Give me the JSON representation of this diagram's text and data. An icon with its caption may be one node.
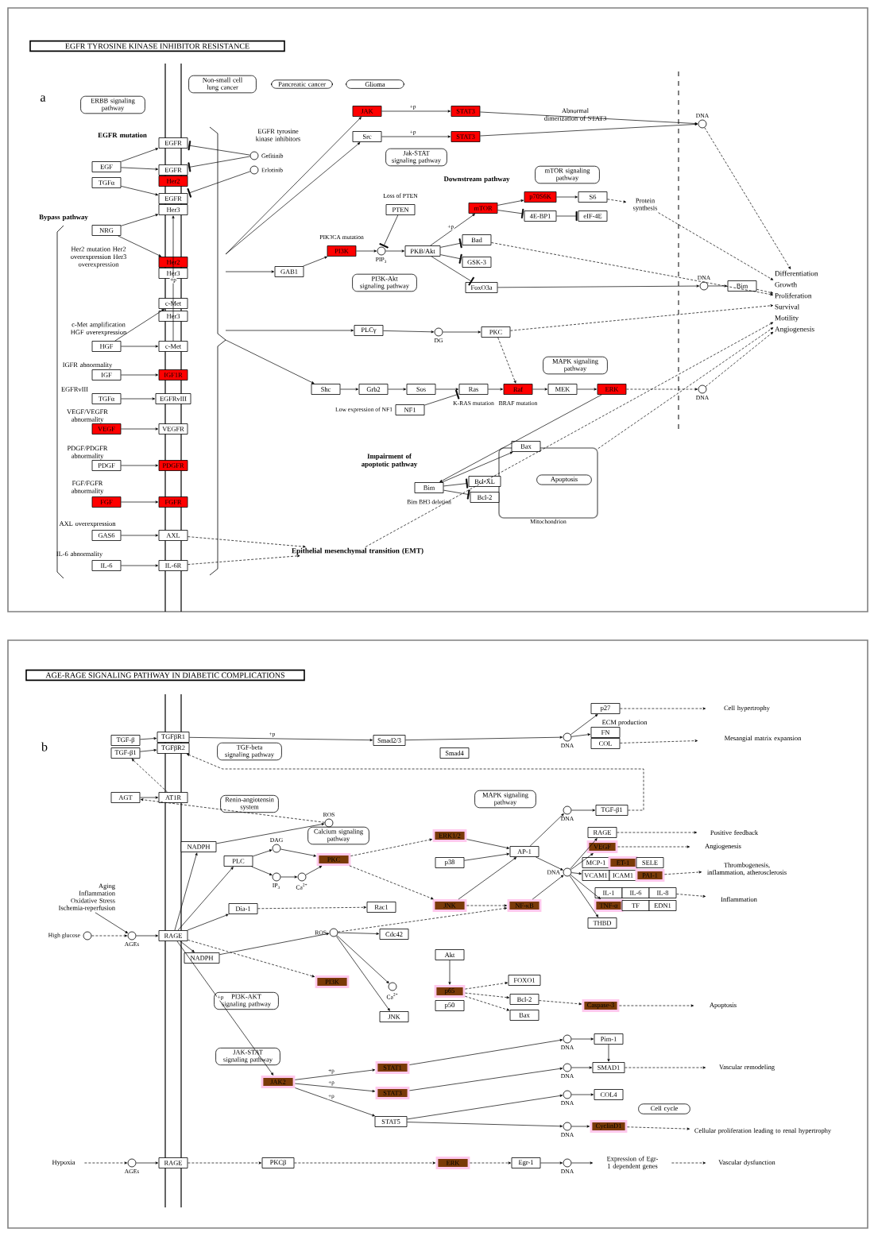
{
  "diagram": {
    "nodes": [
      {
        "text": [
          "EGFR TYROSINE KINASE INHIBITOR RESISTANCE"
        ]
      },
      {
        "text": [
          "Non-small cell lung cancer"
        ]
      },
      {
        "text": [
          "Pancreatic cancer"
        ]
      },
      {
        "text": [
          "Glioma"
        ]
      },
      {
        "text": [
          "ERBB signaling pathway"
        ]
      },
      {
        "text": [
          "EGFR"
        ]
      },
      {
        "text": [
          "EGF"
        ]
      },
      {
        "text": [
          "TGFα"
        ]
      },
      {
        "text": [
          "EGFR"
        ]
      },
      {
        "text": [
          "Her2"
        ]
      },
      {
        "text": [
          "EGFR"
        ]
      },
      {
        "text": [
          "Her3"
        ]
      },
      {
        "text": [],
        "shape": "circle",
        "beside": [
          "Gefitinib"
        ]
      },
      {
        "text": [],
        "shape": "circle",
        "beside": [
          "Erlotinib"
        ]
      },
      {
        "text": [
          "NRG"
        ]
      },
      {
        "text": [
          "Her2"
        ]
      },
      {
        "text": [
          "Her3"
        ]
      },
      {
        "text": [
          "c-Met"
        ]
      },
      {
        "text": [
          "Her3"
        ]
      },
      {
        "text": [
          "HGF"
        ]
      },
      {
        "text": [
          "c-Met"
        ]
      },
      {
        "text": [
          "IGF"
        ]
      },
      {
        "text": [
          "IGF1R"
        ]
      },
      {
        "text": [
          "TGFα"
        ]
      },
      {
        "text": [
          "EGFRvIII"
        ]
      },
      {
        "text": [
          "VEGF"
        ]
      },
      {
        "text": [
          "VEGFR"
        ]
      },
      {
        "text": [
          "PDGF"
        ]
      },
      {
        "text": [
          "PDGFR"
        ]
      },
      {
        "text": [
          "FGF"
        ]
      },
      {
        "text": [
          "FGFR"
        ]
      },
      {
        "text": [
          "GAS6"
        ]
      },
      {
        "text": [
          "AXL"
        ]
      },
      {
        "text": [
          "IL-6"
        ]
      },
      {
        "text": [
          "IL-6R"
        ]
      },
      {
        "text": [
          "Epithelial mesenchymal transition (EMT)"
        ]
      },
      {
        "text": [
          "JAK"
        ]
      },
      {
        "text": [
          "Src"
        ]
      },
      {
        "text": [
          "Jak-STAT signaling pathway"
        ]
      },
      {
        "text": [
          "STAT3"
        ]
      },
      {
        "text": [
          "STAT3"
        ]
      },
      {
        "text": [],
        "shape": "circle",
        "beside": [
          "DNA"
        ]
      },
      {
        "text": [
          "GAB1"
        ]
      },
      {
        "text": [
          "PI3K"
        ],
        "beside": [
          "PIK3CA mutation"
        ]
      },
      {
        "text": [],
        "shape": "circle",
        "beside": [
          "PIP$_{3}$"
        ]
      },
      {
        "text": [
          "PTEN"
        ],
        "beside": [
          "Loss of PTEN"
        ]
      },
      {
        "text": [
          "PKB/Akt"
        ]
      },
      {
        "text": [
          "PI3K-Akt signaling pathway"
        ]
      },
      {
        "text": [
          "mTOR"
        ]
      },
      {
        "text": [
          "p70S6K"
        ]
      },
      {
        "text": [
          "S6"
        ]
      },
      {
        "text": [
          "4E-BP1"
        ]
      },
      {
        "text": [
          "eIF-4E"
        ]
      },
      {
        "text": [
          "mTOR signaling pathway"
        ]
      },
      {
        "text": [
          "Protein synthesis"
        ]
      },
      {
        "text": [
          "Bad"
        ]
      },
      {
        "text": [
          "GSK-3"
        ]
      },
      {
        "text": [
          "FoxO3a"
        ]
      },
      {
        "text": [],
        "shape": "circle",
        "beside": [
          "DNA"
        ]
      },
      {
        "text": [
          "Bim"
        ]
      },
      {
        "text": [
          "PLCγ"
        ]
      },
      {
        "text": [],
        "shape": "circle",
        "beside": [
          "DG"
        ]
      },
      {
        "text": [
          "PKC"
        ]
      },
      {
        "text": [
          "Shc"
        ]
      },
      {
        "text": [
          "Grb2"
        ]
      },
      {
        "text": [
          "Sos"
        ]
      },
      {
        "text": [
          "Ras"
        ],
        "beside": [
          "K-RAS mutation"
        ]
      },
      {
        "text": [
          "Raf"
        ],
        "beside": [
          "BRAF mutation"
        ]
      },
      {
        "text": [
          "MEK"
        ]
      },
      {
        "text": [
          "ERK"
        ]
      },
      {
        "text": [],
        "shape": "circle",
        "beside": [
          "DNA"
        ]
      },
      {
        "text": [
          "MAPK signaling pathway"
        ]
      },
      {
        "text": [
          "NF1"
        ],
        "beside": [
          "Low expression of NF1"
        ]
      },
      {
        "text": [
          "Bim"
        ],
        "beside": [
          "Bim BH3 deletion"
        ]
      },
      {
        "text": [
          "Mitochondrion"
        ]
      },
      {
        "text": [
          "Bax"
        ]
      },
      {
        "text": [
          "Bcl-XL"
        ]
      },
      {
        "text": [
          "Bcl-2"
        ]
      },
      {
        "text": [
          "Apoptosis"
        ],
        "in": 74
      },
      {
        "text": [
          "Differentiation",
          "Growth",
          "Proliferation",
          "Survival",
          "Motility",
          "Angiogenesis"
        ]
      },
      {
        "text": [
          "AGE-RAGE SIGNALING PATHWAY IN DIABETIC COMPLICATIONS"
        ]
      },
      {
        "text": [
          "TGF-β"
        ]
      },
      {
        "text": [
          "TGF-β1"
        ]
      },
      {
        "text": [
          "TGFβR1"
        ]
      },
      {
        "text": [
          "TGFβR2"
        ]
      },
      {
        "text": [
          "TGF-beta signaling pathway"
        ]
      },
      {
        "text": [
          "Smad2/3"
        ]
      },
      {
        "text": [
          "Smad4"
        ]
      },
      {
        "text": [],
        "shape": "circle",
        "beside": [
          "DNA"
        ]
      },
      {
        "text": [
          "p27"
        ]
      },
      {
        "text": [
          "FN"
        ]
      },
      {
        "text": [
          "COL"
        ]
      },
      {
        "text": [
          "Cell hypertrophy"
        ]
      },
      {
        "text": [
          "Mesangial matrix expansion"
        ]
      },
      {
        "text": [
          "AGT"
        ]
      },
      {
        "text": [
          "AT1R"
        ]
      },
      {
        "text": [
          "Renin-angiotensin system"
        ]
      },
      {
        "text": [],
        "shape": "circle",
        "beside": [
          "ROS"
        ]
      },
      {
        "text": [
          "NADPH"
        ]
      },
      {
        "text": [
          "PLC"
        ]
      },
      {
        "text": [],
        "shape": "circle",
        "beside": [
          "DAG"
        ]
      },
      {
        "text": [],
        "shape": "circle",
        "beside": [
          "IP$_{3}$"
        ]
      },
      {
        "text": [],
        "shape": "circle",
        "beside": [
          "Ca$^{2+}$"
        ]
      },
      {
        "text": [
          "Calcium signaling pathway"
        ]
      },
      {
        "text": [
          "PKC"
        ]
      },
      {
        "text": [
          "Dia-1"
        ]
      },
      {
        "text": [
          "Rac1"
        ]
      },
      {
        "text": [
          "Cdc42"
        ]
      },
      {
        "text": [
          "Aging",
          "Inflammation",
          "Oxidative Stress",
          "Ischemia-reperfusion"
        ]
      },
      {
        "text": [],
        "shape": "circle",
        "beside": [
          "High glucose"
        ]
      },
      {
        "text": [],
        "shape": "circle",
        "beside": [
          "AGEs"
        ]
      },
      {
        "text": [
          "RAGE"
        ]
      },
      {
        "text": [],
        "shape": "circle",
        "beside": [
          "ROS"
        ]
      },
      {
        "text": [
          "NADPH"
        ]
      },
      {
        "text": [
          "PI3K"
        ]
      },
      {
        "text": [
          "PI3K-AKT signaling pathway"
        ]
      },
      {
        "text": [],
        "shape": "circle",
        "beside": [
          "Ca$^{2+}$"
        ]
      },
      {
        "text": [
          "JNK"
        ]
      },
      {
        "text": [
          "JAK-STAT signaling pathway"
        ]
      },
      {
        "text": [
          "JAK2"
        ]
      },
      {
        "text": [
          "STAT1"
        ]
      },
      {
        "text": [
          "STAT3"
        ]
      },
      {
        "text": [
          "STAT5"
        ]
      },
      {
        "text": [
          "Hypoxia"
        ]
      },
      {
        "text": [],
        "shape": "circle",
        "beside": [
          "AGEs"
        ]
      },
      {
        "text": [
          "RAGE"
        ]
      },
      {
        "text": [
          "PKCβ"
        ]
      },
      {
        "text": [
          "ERK"
        ]
      },
      {
        "text": [
          "Egr-1"
        ]
      },
      {
        "text": [],
        "shape": "circle",
        "beside": [
          "DNA"
        ]
      },
      {
        "text": [
          "Expression of Egr-1 dependent genes"
        ]
      },
      {
        "text": [
          "Vascular dysfunction"
        ]
      },
      {
        "text": [
          "ERK1/2"
        ]
      },
      {
        "text": [
          "AP-1"
        ]
      },
      {
        "text": [
          "p38"
        ]
      },
      {
        "text": [
          "JNK"
        ]
      },
      {
        "text": [
          "NF-κB"
        ]
      },
      {
        "text": [],
        "shape": "circle",
        "beside": [
          "DNA"
        ]
      },
      {
        "text": [
          "TGF-β1"
        ]
      },
      {
        "text": [],
        "shape": "circle",
        "beside": [
          "DNA"
        ]
      },
      {
        "text": [
          "RAGE"
        ]
      },
      {
        "text": [
          "VEGF"
        ]
      },
      {
        "text": [
          "MCP-1"
        ]
      },
      {
        "text": [
          "ET-1"
        ]
      },
      {
        "text": [
          "SELE"
        ]
      },
      {
        "text": [
          "VCAM1"
        ]
      },
      {
        "text": [
          "ICAM1"
        ]
      },
      {
        "text": [
          "PAI-1"
        ]
      },
      {
        "text": [
          "IL-1"
        ]
      },
      {
        "text": [
          "IL-6"
        ]
      },
      {
        "text": [
          "IL-8"
        ]
      },
      {
        "text": [
          "TNF-α"
        ]
      },
      {
        "text": [
          "TF"
        ]
      },
      {
        "text": [
          "EDN1"
        ]
      },
      {
        "text": [
          "THBD"
        ]
      },
      {
        "text": [
          "Positive feedback"
        ]
      },
      {
        "text": [
          "Angiogenesis"
        ]
      },
      {
        "text": [
          "Thrombogenesis, inflammation, atherosclerosis"
        ]
      },
      {
        "text": [
          "Inflammation"
        ]
      },
      {
        "text": [
          "MAPK signaling pathway"
        ]
      },
      {
        "text": [
          "Akt"
        ]
      },
      {
        "text": [
          "p65"
        ]
      },
      {
        "text": [
          "p50"
        ]
      },
      {
        "text": [
          "FOXO1"
        ]
      },
      {
        "text": [
          "Bcl-2"
        ]
      },
      {
        "text": [
          "Bax"
        ]
      },
      {
        "text": [
          "Caspase-3"
        ]
      },
      {
        "text": [
          "Apoptosis"
        ]
      },
      {
        "text": [],
        "shape": "circle",
        "beside": [
          "DNA"
        ]
      },
      {
        "text": [
          "Pim-1"
        ]
      },
      {
        "text": [],
        "shape": "circle",
        "beside": [
          "DNA"
        ]
      },
      {
        "text": [
          "SMAD1"
        ]
      },
      {
        "text": [
          "Vascular remodeling"
        ]
      },
      {
        "text": [],
        "shape": "circle",
        "beside": [
          "DNA"
        ]
      },
      {
        "text": [
          "COL4"
        ]
      },
      {
        "text": [],
        "shape": "circle",
        "beside": [
          "DNA"
        ]
      },
      {
        "text": [
          "CyclinD1"
        ]
      },
      {
        "text": [
          "Cell cycle"
        ]
      },
      {
        "text": [
          "Cellular proliferation leading to renal hypertrophy"
        ]
      }
    ],
    "edges": [
      {
        "from": 6,
        "to": 5,
        "arrow": "to"
      },
      {
        "from": 6,
        "to": 8,
        "arrow": "to"
      },
      {
        "from": 7,
        "to": 10,
        "arrow": "to"
      },
      {
        "from": 12,
        "to": 5,
        "arrow": "other"
      },
      {
        "from": 12,
        "to": 8,
        "arrow": "other"
      },
      {
        "from": 13,
        "to": 10,
        "arrow": "other"
      },
      {
        "from": 14,
        "to": 11,
        "arrow": "to"
      },
      {
        "from": 14,
        "to": 15,
        "arrow": "to"
      },
      {
        "from": 19,
        "to": 17,
        "arrow": "to"
      },
      {
        "from": 19,
        "to": 20,
        "arrow": "to"
      },
      {
        "from": 20,
        "to": 11,
        "arrow": "to",
        "label": "+p"
      },
      {
        "from": 21,
        "to": 22,
        "arrow": "to"
      },
      {
        "from": 23,
        "to": 24,
        "arrow": "to"
      },
      {
        "from": 25,
        "to": 26,
        "arrow": "to"
      },
      {
        "from": 27,
        "to": 28,
        "arrow": "to"
      },
      {
        "from": 29,
        "to": 30,
        "arrow": "to"
      },
      {
        "from": 31,
        "to": 32,
        "arrow": "to"
      },
      {
        "from": 33,
        "to": 34,
        "arrow": "to"
      },
      {
        "from": 32,
        "to": 35,
        "arrow": "to",
        "style": "dashed"
      },
      {
        "from": 34,
        "to": 35,
        "arrow": "to",
        "style": "dashed"
      },
      {
        "from": null,
        "to": 36,
        "arrow": "to"
      },
      {
        "from": null,
        "to": 37,
        "arrow": "to"
      },
      {
        "from": null,
        "to": 42,
        "arrow": "to"
      },
      {
        "from": null,
        "to": 60,
        "arrow": "to"
      },
      {
        "from": null,
        "to": 63,
        "arrow": "to"
      },
      {
        "from": 36,
        "to": 39,
        "arrow": "to",
        "label": "+p"
      },
      {
        "from": 37,
        "to": 40,
        "arrow": "to",
        "label": "+p"
      },
      {
        "from": 39,
        "to": 41,
        "arrow": "to"
      },
      {
        "from": 40,
        "to": 41,
        "arrow": "to"
      },
      {
        "from": 41,
        "to": 79,
        "arrow": "to",
        "style": "dashed"
      },
      {
        "from": 42,
        "to": 43,
        "arrow": "to"
      },
      {
        "from": 43,
        "to": 44,
        "arrow": "to"
      },
      {
        "from": 45,
        "to": 44,
        "arrow": "other"
      },
      {
        "from": 44,
        "to": 46,
        "arrow": "to"
      },
      {
        "from": 46,
        "to": 48,
        "arrow": "to",
        "label": "+p"
      },
      {
        "from": 46,
        "to": 55,
        "arrow": "other"
      },
      {
        "from": 46,
        "to": 56,
        "arrow": "other"
      },
      {
        "from": 46,
        "to": 57,
        "arrow": "other"
      },
      {
        "from": 48,
        "to": 49,
        "arrow": "to"
      },
      {
        "from": 48,
        "to": 51,
        "arrow": "other"
      },
      {
        "from": 49,
        "to": 50,
        "arrow": "to"
      },
      {
        "from": 51,
        "to": 52,
        "arrow": "other"
      },
      {
        "from": 50,
        "to": 54,
        "arrow": "to",
        "style": "dashed"
      },
      {
        "from": 54,
        "to": 79,
        "arrow": "to",
        "style": "dashed"
      },
      {
        "from": 55,
        "to": 79,
        "arrow": "to",
        "style": "dashed"
      },
      {
        "from": 57,
        "to": 58,
        "arrow": "to"
      },
      {
        "from": 58,
        "to": 59,
        "arrow": "to"
      },
      {
        "from": 59,
        "to": 79,
        "arrow": "to",
        "style": "dashed"
      },
      {
        "from": 60,
        "to": 61,
        "arrow": "to"
      },
      {
        "from": 61,
        "to": 62,
        "arrow": "to"
      },
      {
        "from": 62,
        "to": 67,
        "arrow": "to",
        "style": "dashed"
      },
      {
        "from": 62,
        "to": 79,
        "arrow": "to",
        "style": "dashed"
      },
      {
        "from": 63,
        "to": 64,
        "arrow": "to"
      },
      {
        "from": 64,
        "to": 65,
        "arrow": "to"
      },
      {
        "from": 65,
        "to": 66,
        "arrow": "to"
      },
      {
        "from": 66,
        "to": 67,
        "arrow": "to"
      },
      {
        "from": 67,
        "to": 68,
        "arrow": "to"
      },
      {
        "from": 68,
        "to": 69,
        "arrow": "to"
      },
      {
        "from": 72,
        "to": 66,
        "arrow": "other"
      },
      {
        "from": 69,
        "to": 70,
        "arrow": "to",
        "style": "dashed"
      },
      {
        "from": 70,
        "to": 79,
        "arrow": "to",
        "style": "dashed"
      },
      {
        "from": 69,
        "to": 73,
        "arrow": "to"
      },
      {
        "from": 73,
        "to": 75,
        "arrow": "to"
      },
      {
        "from": 73,
        "to": 76,
        "arrow": "other"
      },
      {
        "from": 73,
        "to": 77,
        "arrow": "other"
      },
      {
        "from": 74,
        "to": 79,
        "arrow": "to",
        "style": "dashed"
      },
      {
        "from": 35,
        "to": 79,
        "arrow": "to",
        "style": "dashed"
      },
      {
        "from": 81,
        "to": 83,
        "arrow": "to"
      },
      {
        "from": 82,
        "to": 84,
        "arrow": "to"
      },
      {
        "from": 83,
        "to": 86,
        "arrow": "to",
        "label": "+p"
      },
      {
        "from": 86,
        "to": 88,
        "arrow": "to"
      },
      {
        "from": 88,
        "to": 89,
        "arrow": "to"
      },
      {
        "from": 88,
        "to": 90,
        "arrow": "to"
      },
      {
        "from": 89,
        "to": 92,
        "arrow": "to",
        "style": "dashed"
      },
      {
        "from": 91,
        "to": 93,
        "arrow": "to",
        "style": "dashed"
      },
      {
        "from": 94,
        "to": 95,
        "arrow": "to"
      },
      {
        "from": 95,
        "to": 82,
        "arrow": "to",
        "style": "dashed"
      },
      {
        "from": 111,
        "to": 98,
        "arrow": "to"
      },
      {
        "from": 98,
        "to": 97,
        "arrow": "to"
      },
      {
        "from": 97,
        "to": 94,
        "arrow": "to",
        "style": "dashed"
      },
      {
        "from": 111,
        "to": 99,
        "arrow": "to"
      },
      {
        "from": 99,
        "to": 100,
        "arrow": "to"
      },
      {
        "from": 99,
        "to": 101,
        "arrow": "to"
      },
      {
        "from": 101,
        "to": 102,
        "arrow": "to"
      },
      {
        "from": 100,
        "to": 104,
        "arrow": "to"
      },
      {
        "from": 102,
        "to": 104,
        "arrow": "to"
      },
      {
        "from": 111,
        "to": 105,
        "arrow": "to"
      },
      {
        "from": 105,
        "to": 106,
        "arrow": "to",
        "style": "dashed"
      },
      {
        "from": 111,
        "to": 113,
        "arrow": "to"
      },
      {
        "from": 113,
        "to": 112,
        "arrow": "to"
      },
      {
        "from": 111,
        "to": 114,
        "arrow": "to",
        "style": "dashed"
      },
      {
        "from": 111,
        "to": 119,
        "arrow": "to",
        "label": "+p"
      },
      {
        "from": 109,
        "to": 110,
        "arrow": "to",
        "style": "dashed"
      },
      {
        "from": 108,
        "to": 110,
        "arrow": "to"
      },
      {
        "from": 110,
        "to": 111,
        "arrow": "to"
      },
      {
        "from": 123,
        "to": 124,
        "arrow": "to",
        "style": "dashed"
      },
      {
        "from": 124,
        "to": 125,
        "arrow": "to"
      },
      {
        "from": 125,
        "to": 126,
        "arrow": "to",
        "style": "dashed"
      },
      {
        "from": 126,
        "to": 127,
        "arrow": "to",
        "style": "dashed"
      },
      {
        "from": 127,
        "to": 128,
        "arrow": "to",
        "style": "dashed"
      },
      {
        "from": 128,
        "to": 129,
        "arrow": "to"
      },
      {
        "from": 129,
        "to": 130,
        "arrow": "to"
      },
      {
        "from": 130,
        "to": 131,
        "arrow": "to",
        "style": "dashed"
      },
      {
        "from": 104,
        "to": 132,
        "arrow": "to",
        "style": "dashed"
      },
      {
        "from": 104,
        "to": 135,
        "arrow": "to",
        "style": "dashed"
      },
      {
        "from": 112,
        "to": 107,
        "arrow": "to"
      },
      {
        "from": 112,
        "to": 116,
        "arrow": "to"
      },
      {
        "from": 112,
        "to": 117,
        "arrow": "to"
      },
      {
        "from": 112,
        "to": 136,
        "arrow": "to",
        "style": "dashed"
      },
      {
        "from": 132,
        "to": 133,
        "arrow": "to"
      },
      {
        "from": 134,
        "to": 133,
        "arrow": "to"
      },
      {
        "from": 135,
        "to": 133,
        "arrow": "to"
      },
      {
        "from": 135,
        "to": 136,
        "arrow": "to",
        "style": "dashed"
      },
      {
        "from": 133,
        "to": 137,
        "arrow": "to"
      },
      {
        "from": 137,
        "to": 138,
        "arrow": "to"
      },
      {
        "from": 138,
        "to": 84,
        "arrow": "to",
        "style": "dashed"
      },
      {
        "from": 133,
        "to": 139,
        "arrow": "to"
      },
      {
        "from": 136,
        "to": 139,
        "arrow": "to"
      },
      {
        "from": 139,
        "to": 140,
        "arrow": "to"
      },
      {
        "from": 139,
        "to": 141,
        "arrow": "to"
      },
      {
        "from": 139,
        "to": 145,
        "arrow": "to"
      },
      {
        "from": 139,
        "to": 151,
        "arrow": "to"
      },
      {
        "from": 139,
        "to": 154,
        "arrow": "to"
      },
      {
        "from": 140,
        "to": 155,
        "arrow": "to",
        "style": "dashed"
      },
      {
        "from": 141,
        "to": 156,
        "arrow": "to",
        "style": "dashed"
      },
      {
        "from": 147,
        "to": 157,
        "arrow": "to",
        "style": "dashed"
      },
      {
        "from": 150,
        "to": 158,
        "arrow": "to",
        "style": "dashed"
      },
      {
        "from": 160,
        "to": 161,
        "arrow": "to"
      },
      {
        "from": 161,
        "to": 163,
        "arrow": "to",
        "style": "dashed"
      },
      {
        "from": 161,
        "to": 164,
        "arrow": "to",
        "style": "dashed"
      },
      {
        "from": 161,
        "to": 165,
        "arrow": "to",
        "style": "dashed"
      },
      {
        "from": 164,
        "to": 166,
        "arrow": "to",
        "style": "dashed"
      },
      {
        "from": 166,
        "to": 167,
        "arrow": "to",
        "style": "dashed"
      },
      {
        "from": 119,
        "to": 120,
        "arrow": "to",
        "label": "+p"
      },
      {
        "from": 119,
        "to": 121,
        "arrow": "to",
        "label": "+p"
      },
      {
        "from": 119,
        "to": 122,
        "arrow": "to",
        "label": "+p"
      },
      {
        "from": 120,
        "to": 168,
        "arrow": "to"
      },
      {
        "from": 121,
        "to": 170,
        "arrow": "to"
      },
      {
        "from": 122,
        "to": 173,
        "arrow": "to"
      },
      {
        "from": 122,
        "to": 175,
        "arrow": "to"
      },
      {
        "from": 168,
        "to": 169,
        "arrow": "to"
      },
      {
        "from": 169,
        "to": 171,
        "arrow": "to"
      },
      {
        "from": 170,
        "to": 171,
        "arrow": "to"
      },
      {
        "from": 173,
        "to": 174,
        "arrow": "to"
      },
      {
        "from": 175,
        "to": 176,
        "arrow": "to"
      },
      {
        "from": 171,
        "to": 172,
        "arrow": "to",
        "style": "dashed"
      },
      {
        "from": 176,
        "to": 178,
        "arrow": "to",
        "style": "dashed"
      }
    ],
    "labels": [
      "a",
      "EGFR mutation",
      "EGFR tyrosine kinase inhibitors",
      "Bypass pathway",
      "Her2 mutation Her2 overexpression Her3 overexpression",
      "c-Met amplification HGF overexpression",
      "IGFR abnormality",
      "EGFRvIII",
      "VEGF/VEGFR abnormality",
      "PDGF/PDGFR abnormality",
      "FGF/FGFR abnormality",
      "AXL overexpression",
      "IL-6 abnormality",
      "Abnormal dimerization of STAT3",
      "Downstream pathway",
      "Impairment of apoptotic pathway",
      "b",
      "ECM production"
    ]
  }
}
